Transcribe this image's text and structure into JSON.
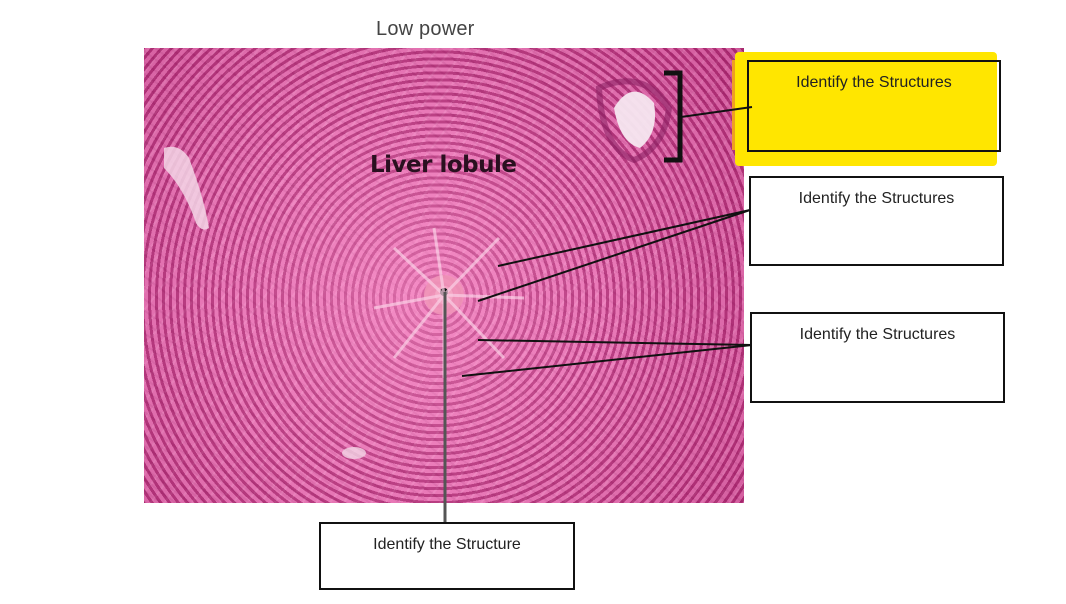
{
  "title": "Low power",
  "micrograph": {
    "label": "Liver lobule"
  },
  "labels": {
    "box1": "Identify the Structures",
    "box2": "Identify the Structures",
    "box3": "Identify the Structures",
    "box4": "Identify the Structure"
  },
  "colors": {
    "highlight": "#ffe600",
    "tissue": "#d9579f",
    "leader_line": "#111111"
  }
}
